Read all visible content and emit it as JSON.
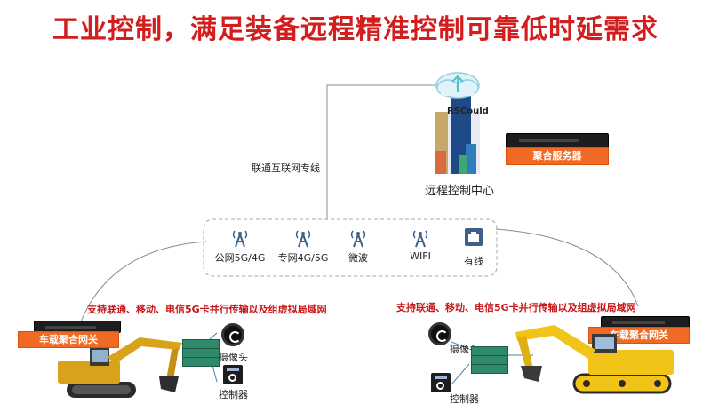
{
  "title": "工业控制，满足装备远程精准控制可靠低时延需求",
  "cloud": {
    "label": "RSCould",
    "icon": "cloud-upload-icon"
  },
  "center": {
    "label": "远程控制中心"
  },
  "aggregation_server": {
    "label": "聚合服务器"
  },
  "dedicated_line": {
    "label": "联通互联网专线"
  },
  "networks": [
    {
      "label": "公网5G/4G",
      "icon": "signal-tower-icon"
    },
    {
      "label": "专网4G/5G",
      "icon": "signal-tower-icon"
    },
    {
      "label": "微波",
      "icon": "signal-tower-icon"
    },
    {
      "label": "WIFI",
      "icon": "signal-tower-icon"
    },
    {
      "label": "有线",
      "icon": "ethernet-port-icon"
    }
  ],
  "left_site": {
    "note": "支持联通、移动、电信5G卡并行传输以及组虚拟局域网",
    "gateway": "车载聚合网关",
    "camera": "摄像头",
    "controller": "控制器"
  },
  "right_site": {
    "note": "支持联通、移动、电信5G卡并行传输以及组虚拟局域网",
    "gateway": "车载聚合网关",
    "camera": "摄像头",
    "controller": "控制器"
  },
  "colors": {
    "title": "#d21e1e",
    "accent": "#f06a24",
    "excavator_left": "#d9a21b",
    "excavator_right": "#f2c417"
  }
}
